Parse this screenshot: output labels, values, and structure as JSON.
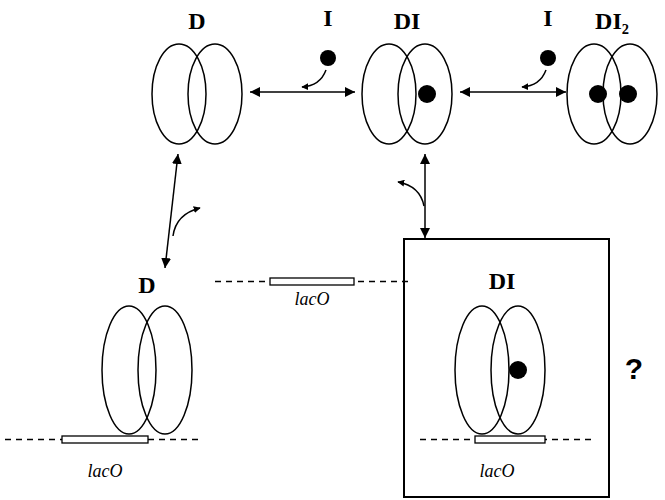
{
  "diagram": {
    "nodes": [
      {
        "text": [
          "D"
        ]
      },
      {
        "text": [
          "DI"
        ]
      },
      {
        "text": [
          "DI₂"
        ]
      },
      {
        "text": [
          "D",
          "lacO"
        ]
      },
      {
        "text": [
          "lacO"
        ]
      },
      {
        "text": [
          "DI",
          "lacO"
        ]
      }
    ],
    "edges": [
      {
        "from": 0,
        "to": 1,
        "arrow": "both"
      },
      {
        "from": 1,
        "to": 2,
        "arrow": "both"
      },
      {
        "from": 0,
        "to": 3,
        "arrow": "both"
      },
      {
        "from": 1,
        "to": 5,
        "arrow": "both"
      }
    ],
    "labels": [
      "I",
      "I",
      "?"
    ]
  }
}
